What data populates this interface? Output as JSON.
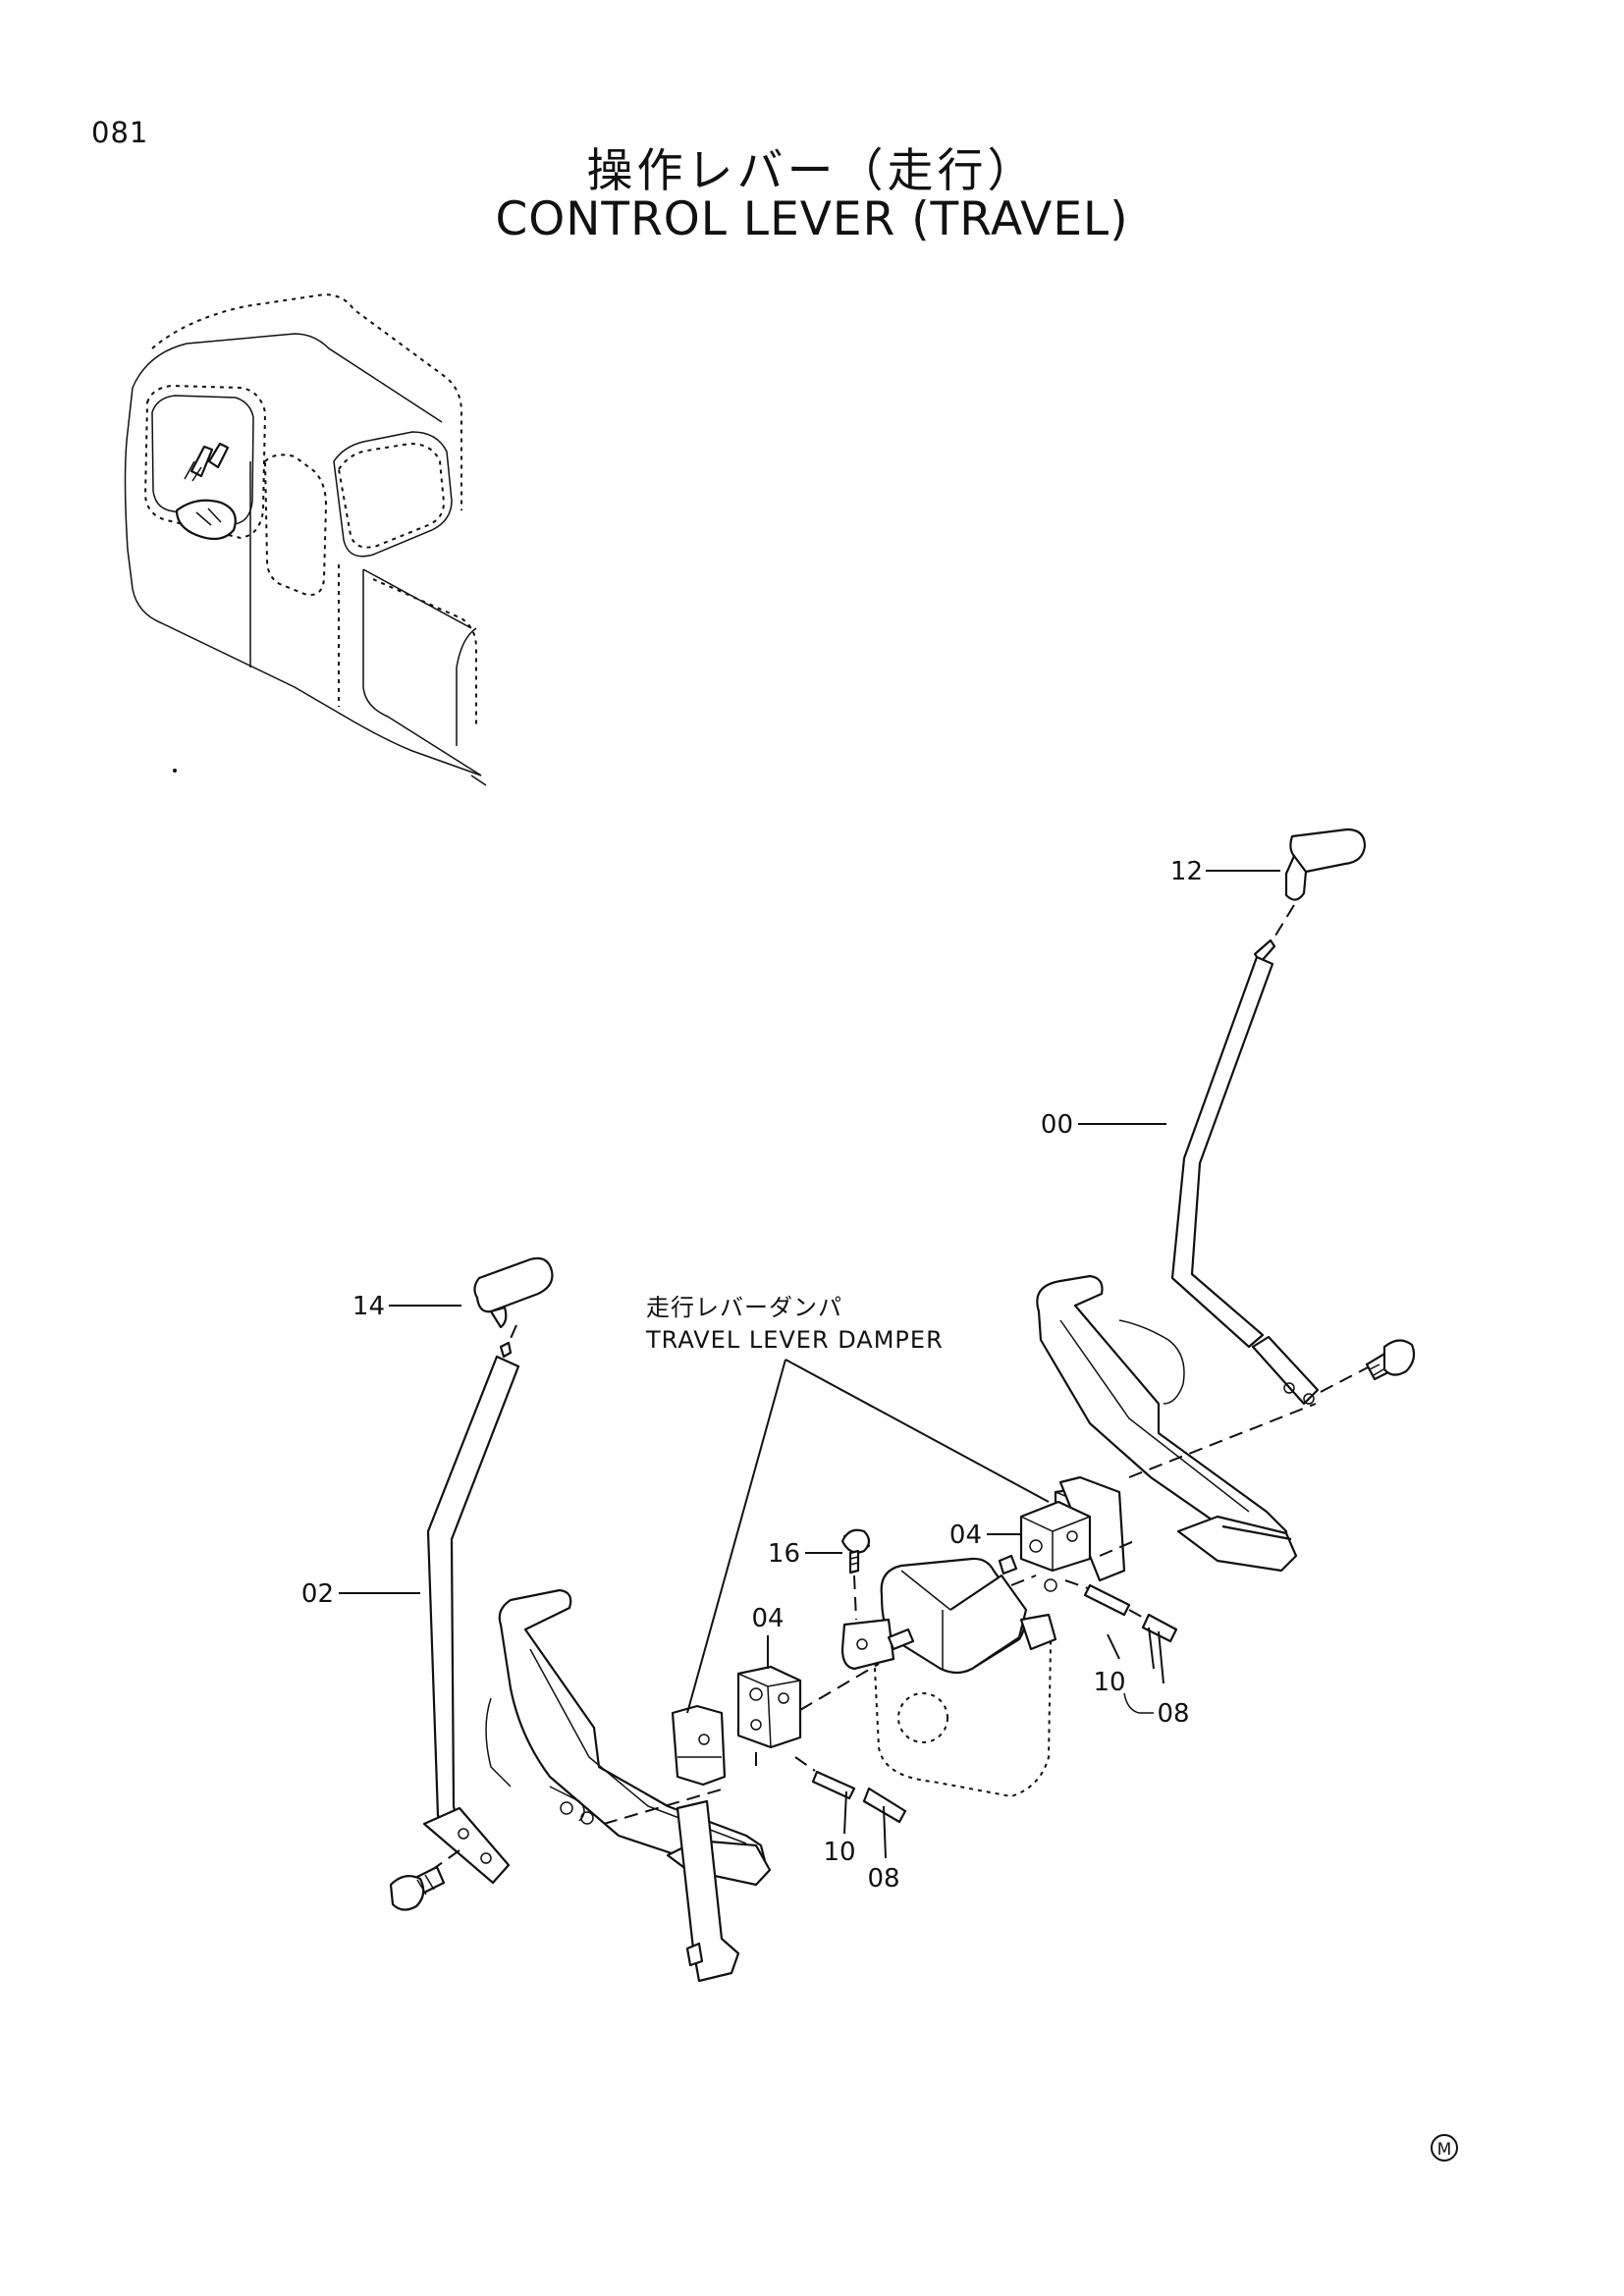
{
  "page": {
    "number": "081"
  },
  "title": {
    "japanese": "操作レバー（走行）",
    "english": "CONTROL LEVER (TRAVEL)"
  },
  "callouts": {
    "c12": "12",
    "c00": "00",
    "c14": "14",
    "c02": "02",
    "c16": "16",
    "c04_upper": "04",
    "c04_lower": "04",
    "c10_right": "10",
    "c08_right": "08",
    "c10_left": "10",
    "c08_left": "08"
  },
  "damper_label": {
    "japanese": "走行レバーダンパ",
    "english": "TRAVEL LEVER DAMPER"
  },
  "mark": "M"
}
